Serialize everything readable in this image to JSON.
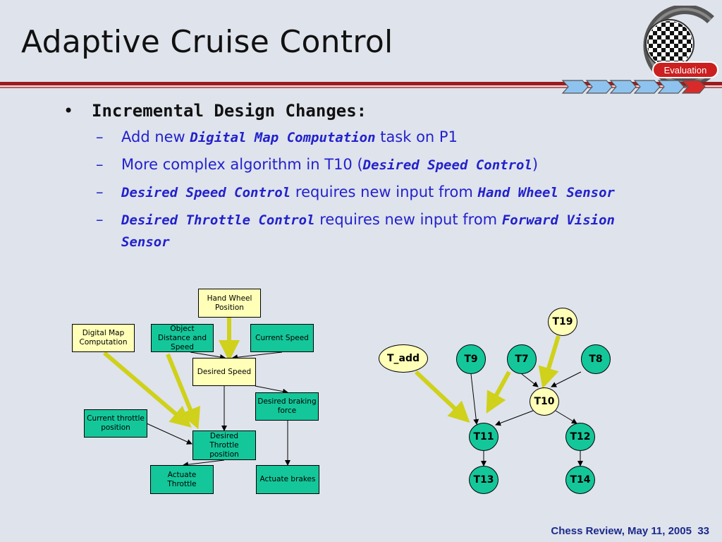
{
  "slide": {
    "title": "Adaptive Cruise Control",
    "logo_label": "Evaluation",
    "footer": "Chess Review, May 11, 2005",
    "page_number": "33"
  },
  "bullets": {
    "main": "Incremental Design Changes:",
    "items": [
      {
        "pre": "Add new ",
        "em1": "Digital Map Computation",
        "post": " task on P1"
      },
      {
        "pre": "More complex algorithm in T10 (",
        "em1": "Desired Speed Control",
        "post": ")"
      },
      {
        "em1": "Desired Speed Control",
        "mid": " requires new input from ",
        "em2": "Hand Wheel Sensor"
      },
      {
        "em1": "Desired Throttle Control",
        "mid": " requires new input from ",
        "em2": "Forward Vision Sensor"
      }
    ]
  },
  "flow": {
    "hand_wheel": "Hand Wheel Position",
    "digital_map": "Digital Map Computation",
    "object_distance": "Object Distance and Speed",
    "current_speed": "Current Speed",
    "desired_speed": "Desired Speed",
    "desired_braking": "Desired braking force",
    "current_throttle": "Current throttle position",
    "desired_throttle": "Desired Throttle position",
    "actuate_throttle": "Actuate Throttle",
    "actuate_brakes": "Actuate brakes"
  },
  "graph": {
    "t19": "T19",
    "t_add": "T_add",
    "t9": "T9",
    "t7": "T7",
    "t8": "T8",
    "t10": "T10",
    "t11": "T11",
    "t12": "T12",
    "t13": "T13",
    "t14": "T14"
  },
  "colors": {
    "yellow_box": "#ffffb8",
    "green_box": "#14c79a",
    "highlight_arrow": "#cfd11a",
    "rule": "#9c1b1b",
    "bullet_text": "#2222cc",
    "footer_text": "#1b2a8a"
  }
}
